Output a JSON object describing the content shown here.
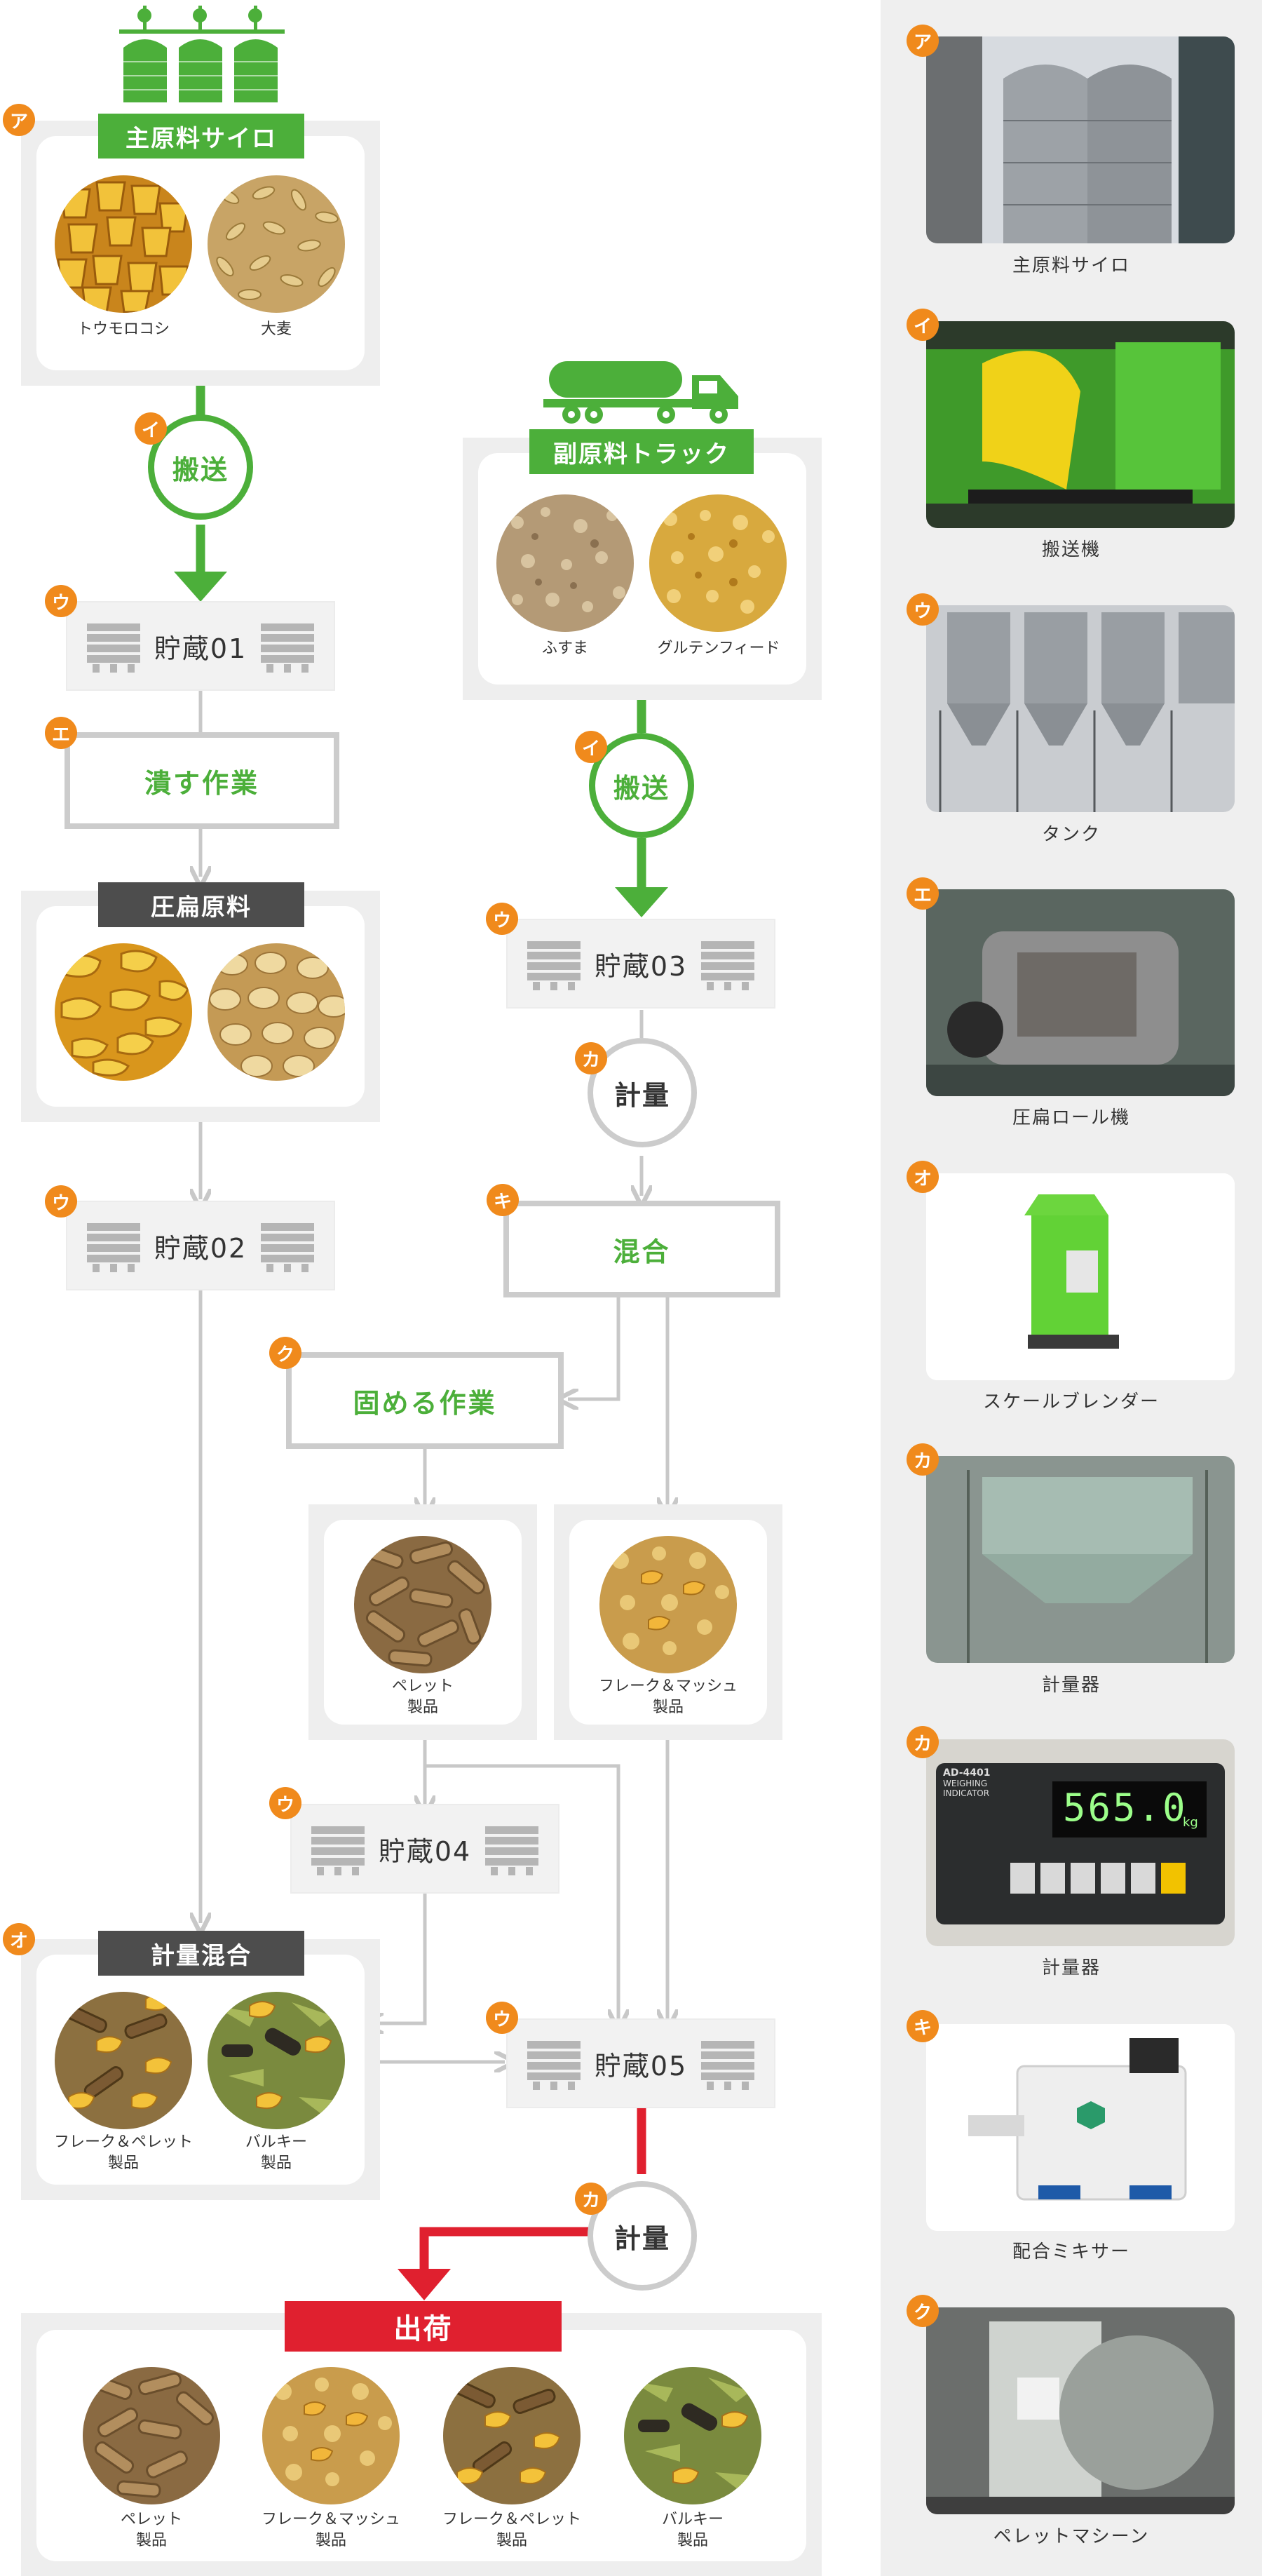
{
  "colors": {
    "green": "#4caf3a",
    "orange": "#f08a1c",
    "red": "#e0202f",
    "gray_line": "#c8c8c8",
    "dark": "#4d4d4d"
  },
  "main_silo": {
    "icon": "silo-icon",
    "title": "主原料サイロ",
    "badge": "ア",
    "items": [
      {
        "label": "トウモロコシ",
        "icon": "corn-kernels"
      },
      {
        "label": "大麦",
        "icon": "barley-grains"
      }
    ]
  },
  "sub_truck": {
    "icon": "tanker-truck-icon",
    "title": "副原料トラック",
    "items": [
      {
        "label": "ふすま",
        "icon": "bran"
      },
      {
        "label": "グルテンフィード",
        "icon": "gluten-feed"
      }
    ]
  },
  "transport": {
    "label": "搬送",
    "badge": "イ"
  },
  "storage_01": {
    "label": "貯蔵01",
    "badge": "ウ"
  },
  "storage_02": {
    "label": "貯蔵02",
    "badge": "ウ"
  },
  "storage_03": {
    "label": "貯蔵03",
    "badge": "ウ"
  },
  "storage_04": {
    "label": "貯蔵04",
    "badge": "ウ"
  },
  "storage_05": {
    "label": "貯蔵05",
    "badge": "ウ"
  },
  "soak": {
    "label": "潰す作業",
    "badge": "エ"
  },
  "flaked": {
    "title": "圧扁原料",
    "items": [
      {
        "icon": "flaked-corn"
      },
      {
        "icon": "flaked-barley"
      }
    ]
  },
  "weigh": {
    "label": "計量",
    "badge": "カ"
  },
  "mix": {
    "label": "混合",
    "badge": "キ"
  },
  "pelletize": {
    "label": "固める作業",
    "badge": "ク"
  },
  "pellet_product": {
    "label": "ペレット\n製品"
  },
  "flake_mash_product": {
    "label": "フレーク＆マッシュ\n製品"
  },
  "weigh_mix": {
    "title": "計量混合",
    "badge": "オ",
    "items": [
      {
        "label": "フレーク＆ペレット\n製品"
      },
      {
        "label": "バルキー\n製品"
      }
    ]
  },
  "shipping": {
    "title": "出荷",
    "items": [
      {
        "label": "ペレット\n製品"
      },
      {
        "label": "フレーク＆マッシュ\n製品"
      },
      {
        "label": "フレーク＆ペレット\n製品"
      },
      {
        "label": "バルキー\n製品"
      }
    ]
  },
  "sidebar": [
    {
      "badge": "ア",
      "caption": "主原料サイロ",
      "icon": "silo-photo"
    },
    {
      "badge": "イ",
      "caption": "搬送機",
      "icon": "conveyor-photo"
    },
    {
      "badge": "ウ",
      "caption": "タンク",
      "icon": "tank-photo"
    },
    {
      "badge": "エ",
      "caption": "圧扁ロール機",
      "icon": "roller-mill-photo"
    },
    {
      "badge": "オ",
      "caption": "スケールブレンダー",
      "icon": "scale-blender-photo"
    },
    {
      "badge": "カ",
      "caption": "計量器",
      "icon": "hopper-scale-photo"
    },
    {
      "badge": "カ",
      "caption": "計量器",
      "icon": "weighing-indicator-photo",
      "display": {
        "model": "AD-4401",
        "title": "WEIGHING\nINDICATOR",
        "value": "565.0",
        "unit": "kg"
      }
    },
    {
      "badge": "キ",
      "caption": "配合ミキサー",
      "icon": "mixer-photo"
    },
    {
      "badge": "ク",
      "caption": "ペレットマシーン",
      "icon": "pellet-machine-photo"
    }
  ]
}
